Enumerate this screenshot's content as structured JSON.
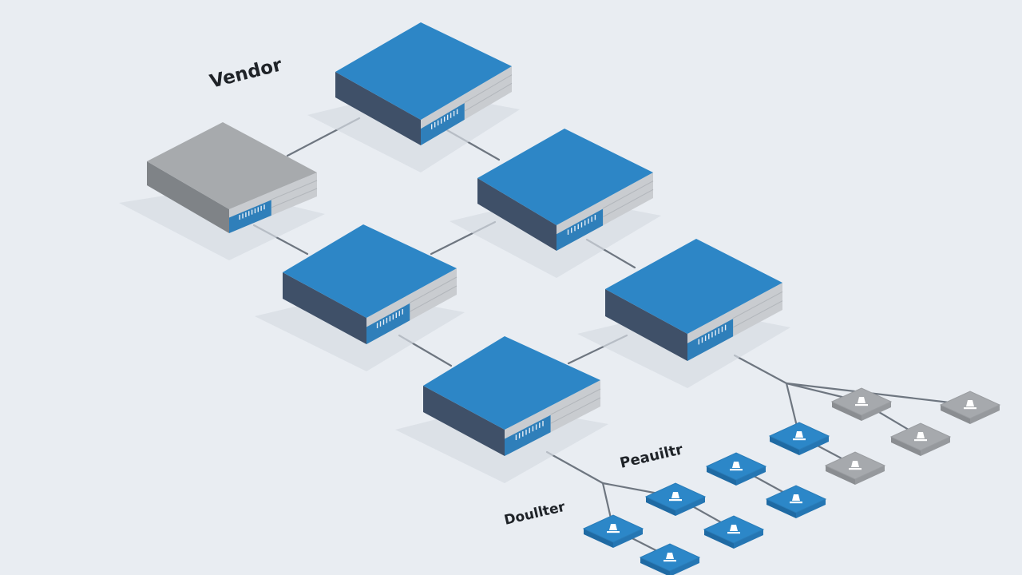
{
  "labels": {
    "top": "Vendor",
    "middle": "Peauiltr",
    "left": "Doullter"
  },
  "colors": {
    "background": "#e9edf2",
    "device_blue_top": "#2d86c6",
    "device_blue_front": "#2f7fba",
    "device_dark_side": "#3f5068",
    "device_gray_top": "#a7aaad",
    "device_gray_side": "#7f8387",
    "device_front_panel": "#c9ccd0",
    "node_blue": "#2c87c8",
    "node_gray": "#a6a9ad",
    "link": "#6e7680"
  },
  "servers": [
    {
      "name": "server-top",
      "variant": "blue"
    },
    {
      "name": "server-gray",
      "variant": "gray"
    },
    {
      "name": "server-right-upper",
      "variant": "blue"
    },
    {
      "name": "server-middle-left",
      "variant": "blue"
    },
    {
      "name": "server-right",
      "variant": "blue"
    },
    {
      "name": "server-bottom",
      "variant": "blue"
    }
  ],
  "endpoints": [
    {
      "name": "endpoint-blue-1",
      "variant": "blue"
    },
    {
      "name": "endpoint-blue-2",
      "variant": "blue"
    },
    {
      "name": "endpoint-blue-3",
      "variant": "blue"
    },
    {
      "name": "endpoint-blue-4",
      "variant": "blue"
    },
    {
      "name": "endpoint-blue-5",
      "variant": "blue"
    },
    {
      "name": "endpoint-blue-6",
      "variant": "blue"
    },
    {
      "name": "endpoint-blue-7",
      "variant": "blue"
    },
    {
      "name": "endpoint-gray-1",
      "variant": "gray"
    },
    {
      "name": "endpoint-gray-2",
      "variant": "gray"
    },
    {
      "name": "endpoint-gray-3",
      "variant": "gray"
    },
    {
      "name": "endpoint-gray-4",
      "variant": "gray"
    }
  ]
}
